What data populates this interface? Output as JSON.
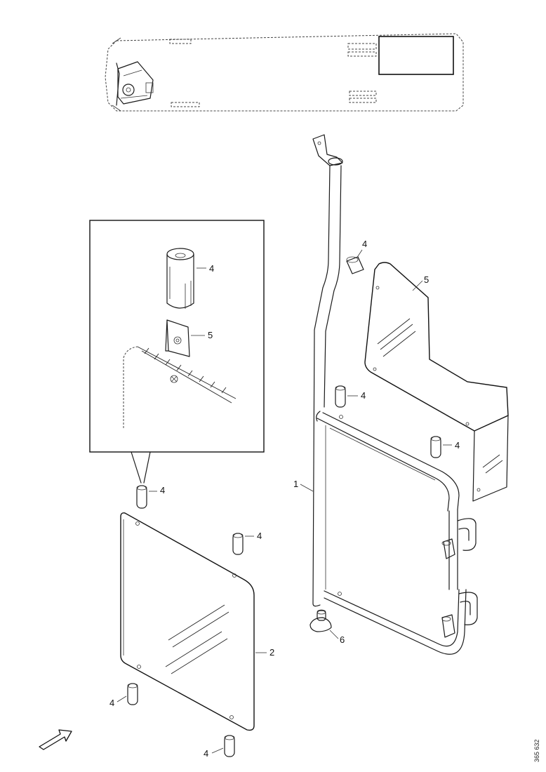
{
  "figure": {
    "reference_code": "365 632"
  },
  "callouts": {
    "pipe_frame": "1",
    "glass_panel": "2",
    "sleeve_a": "4",
    "sleeve_b": "4",
    "sleeve_c": "4",
    "sleeve_d": "4",
    "sleeve_e": "4",
    "sleeve_f": "4",
    "sleeve_g": "4",
    "sleeve_detail": "4",
    "clip_detail": "5",
    "bracket_panel": "5",
    "foot_bracket": "6"
  },
  "icons": {
    "direction_arrow": "arrow-icon"
  }
}
